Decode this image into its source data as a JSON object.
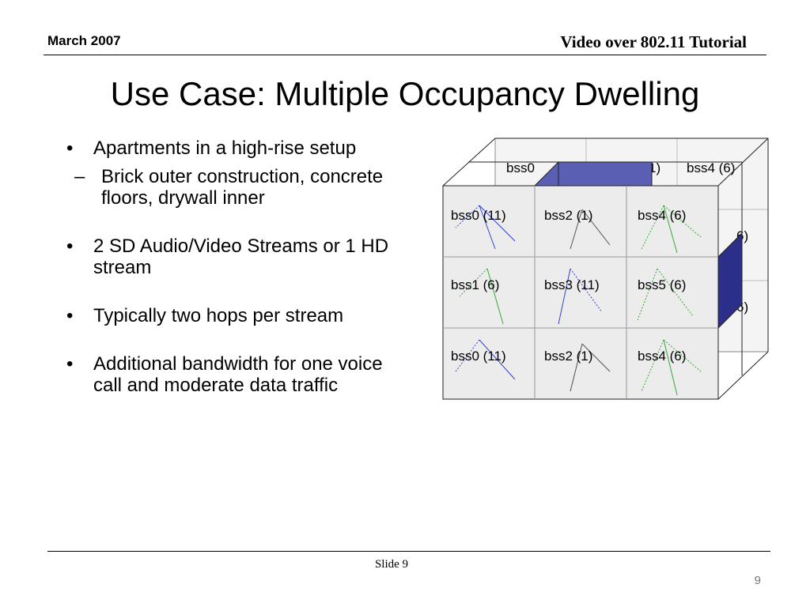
{
  "header": {
    "date": "March 2007",
    "title": "Video over 802.11 Tutorial"
  },
  "slide": {
    "title": "Use Case: Multiple Occupancy Dwelling",
    "bullets": [
      {
        "text": "Apartments in a high-rise setup",
        "sub": "Brick outer construction, concrete floors, drywall inner"
      },
      {
        "text": "2 SD Audio/Video Streams or 1 HD stream"
      },
      {
        "text": "Typically two hops per stream"
      },
      {
        "text": "Additional bandwidth for one voice call and moderate data traffic"
      }
    ],
    "bullet_glyph": "•",
    "sub_glyph": "–"
  },
  "figure": {
    "front_grid": [
      [
        "bss0 (11)",
        "bss2 (1)",
        "bss4 (6)"
      ],
      [
        "bss1 (6)",
        "bss3 (11)",
        "bss5 (6)"
      ],
      [
        "bss0 (11)",
        "bss2 (1)",
        "bss4 (6)"
      ]
    ],
    "back_labels": [
      "bss0",
      "1)",
      "bss4 (6)"
    ],
    "right_labels": [
      "6)",
      "6)"
    ],
    "colors": {
      "accent_face": "#5a5fb4",
      "side_face": "#2b2f8a",
      "blue": "#3344cc",
      "green": "#33aa33",
      "dark": "#555555"
    }
  },
  "footer": {
    "slide_label": "Slide 9",
    "page_number": "9"
  }
}
